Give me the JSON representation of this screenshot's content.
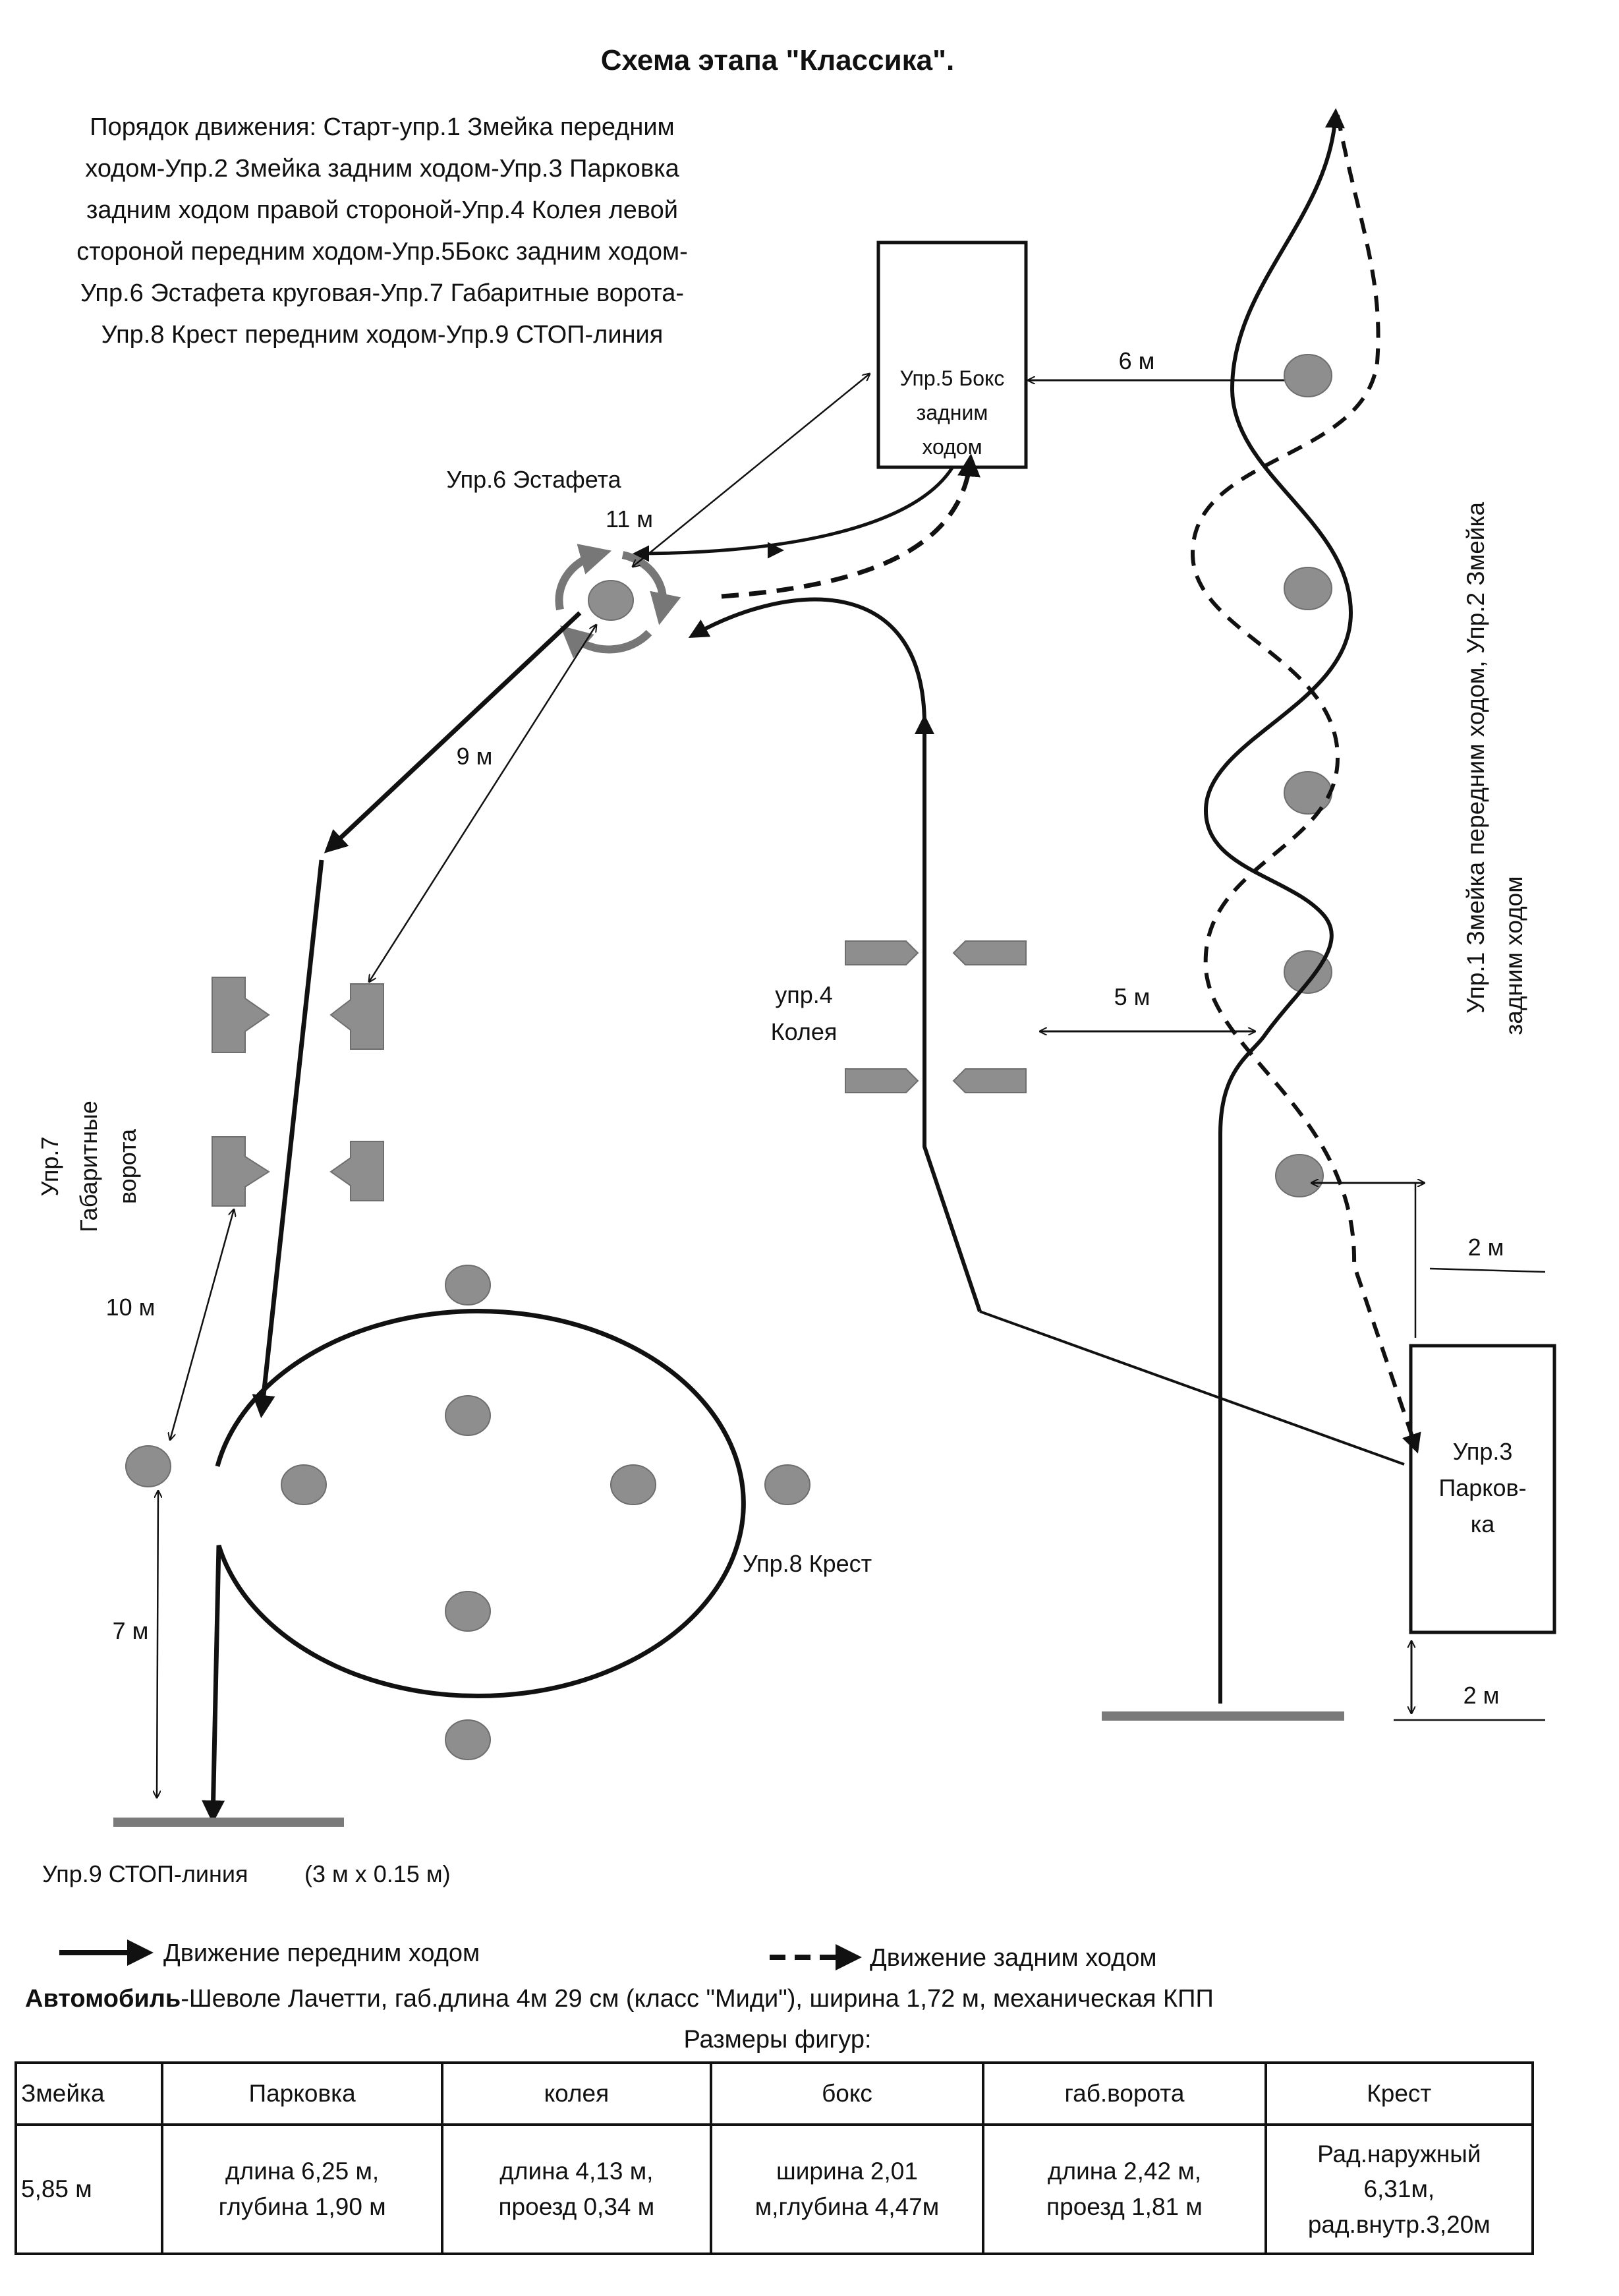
{
  "title": "Схема этапа \"Классика\".",
  "intro_lines": [
    "Порядок движения: Старт-упр.1 Змейка передним",
    "ходом-Упр.2 Змейка задним ходом-Упр.3 Парковка",
    "задним ходом правой стороной-Упр.4 Колея левой",
    "стороной передним ходом-Упр.5Бокс задним ходом-",
    "Упр.6 Эстафета круговая-Упр.7 Габаритные ворота-",
    "Упр.8 Крест передним ходом-Упр.9 СТОП-линия"
  ],
  "exercises": {
    "box": [
      "Упр.5 Бокс",
      "задним",
      "ходом"
    ],
    "relay": "Упр.6 Эстафета",
    "gates": [
      "Упр.7",
      "Габаритные",
      "ворота"
    ],
    "rut": [
      "упр.4",
      "Колея"
    ],
    "cross": "Упр.8 Крест",
    "parking": [
      "Упр.3",
      "Парков-",
      "ка"
    ],
    "snake": [
      "Упр.1 Змейка передним ходом, Упр.2 Змейка",
      "задним ходом"
    ],
    "stop": "Упр.9 СТОП-линия",
    "stop_size": "(3 м x 0.15 м)"
  },
  "distances": {
    "box_snake": "6 м",
    "box_relay": "11 м",
    "relay_gates": "9 м",
    "rut_snake": "5 м",
    "snake_parking": "2 м",
    "parking_finish": "2 м",
    "gates_cone": "10 м",
    "cone_stop": "7 м"
  },
  "legend": {
    "forward": "Движение передним ходом",
    "reverse": "Движение задним ходом"
  },
  "car": {
    "label": "Автомобиль",
    "text": "-Шеволе Лачетти, габ.длина 4м 29 см (класс \"Миди\"), ширина 1,72 м, механическая КПП"
  },
  "sizes_title": "Размеры фигур:",
  "table": {
    "headers": [
      "Змейка",
      "Парковка",
      "колея",
      "бокс",
      "габ.ворота",
      "Крест"
    ],
    "rows": [
      [
        [
          "5,85 м"
        ],
        [
          "длина 6,25 м,",
          "глубина 1,90 м"
        ],
        [
          "длина 4,13 м,",
          "проезд 0,34 м"
        ],
        [
          "ширина 2,01",
          "м,глубина 4,47м"
        ],
        [
          "длина 2,42 м,",
          "проезд 1,81 м"
        ],
        [
          "Рад.наружный",
          "6,31м,",
          "рад.внутр.3,20м"
        ]
      ]
    ]
  }
}
